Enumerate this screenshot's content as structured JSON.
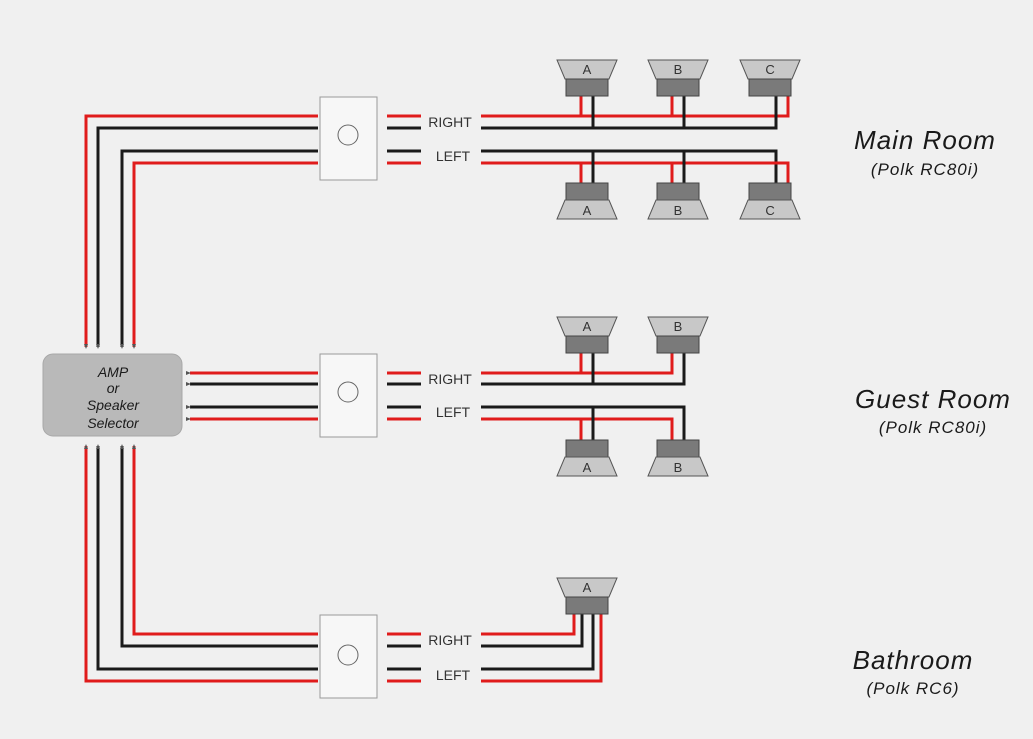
{
  "source": {
    "lines": [
      "AMP",
      "or",
      "Speaker",
      "Selector"
    ]
  },
  "channels": {
    "right": "RIGHT",
    "left": "LEFT"
  },
  "rooms": [
    {
      "id": "main",
      "name": "Main Room",
      "model": "(Polk RC80i)",
      "speakers": [
        "A",
        "B",
        "C"
      ]
    },
    {
      "id": "guest",
      "name": "Guest Room",
      "model": "(Polk RC80i)",
      "speakers": [
        "A",
        "B"
      ]
    },
    {
      "id": "bathroom",
      "name": "Bathroom",
      "model": "(Polk RC6)",
      "speakers": [
        "A"
      ]
    }
  ],
  "colors": {
    "background": "#f0f0f0",
    "wire_positive": "#e01b1b",
    "wire_negative": "#1a1a1a",
    "amp_box": "#b9b9b9",
    "control_box": "#f7f7f7",
    "speaker_cone": "#c8c8c8",
    "speaker_magnet": "#7a7a7a"
  }
}
